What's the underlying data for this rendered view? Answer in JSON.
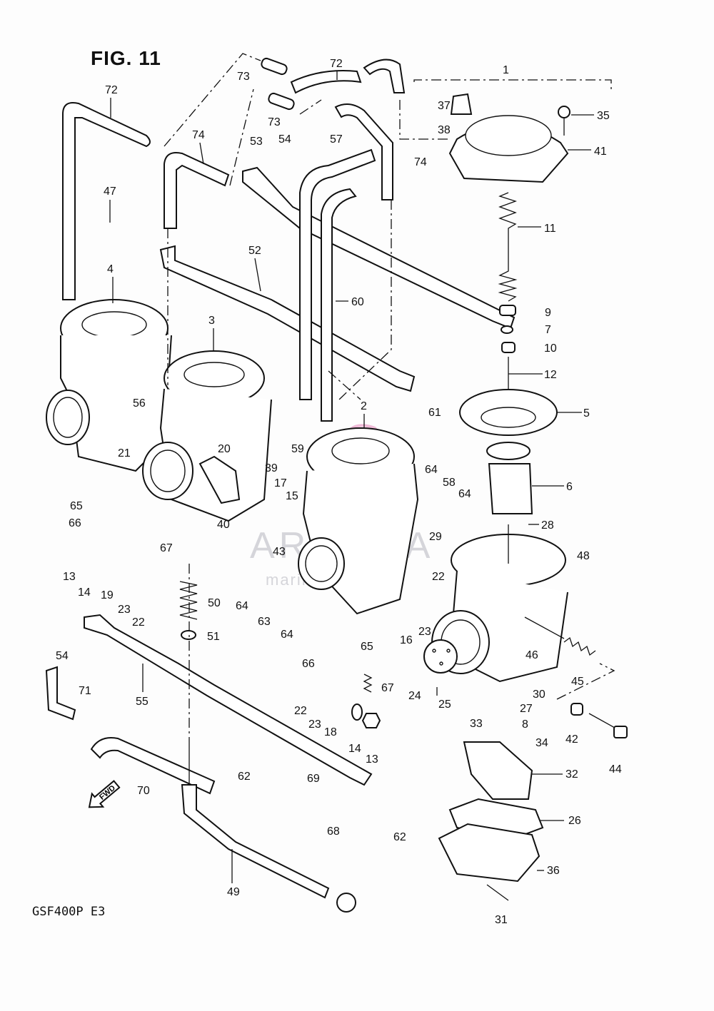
{
  "figure": {
    "title": "FIG. 11",
    "model_code": "GSF400P  E3",
    "fwd_label": "FWD"
  },
  "watermark": {
    "brand": "ARMADA",
    "tagline": "marine outboard",
    "logo_color": "#e78fc0",
    "text_color": "#b4b4be"
  },
  "colors": {
    "ink": "#111111",
    "paper": "#fdfdfd"
  },
  "callouts": [
    {
      "id": "c1",
      "text": "1"
    },
    {
      "id": "c2",
      "text": "2"
    },
    {
      "id": "c3",
      "text": "3"
    },
    {
      "id": "c4",
      "text": "4"
    },
    {
      "id": "c5",
      "text": "5"
    },
    {
      "id": "c6",
      "text": "6"
    },
    {
      "id": "c7",
      "text": "7"
    },
    {
      "id": "c8",
      "text": "8"
    },
    {
      "id": "c9",
      "text": "9"
    },
    {
      "id": "c10",
      "text": "10"
    },
    {
      "id": "c11",
      "text": "11"
    },
    {
      "id": "c12",
      "text": "12"
    },
    {
      "id": "c13a",
      "text": "13"
    },
    {
      "id": "c13b",
      "text": "13"
    },
    {
      "id": "c14a",
      "text": "14"
    },
    {
      "id": "c14b",
      "text": "14"
    },
    {
      "id": "c15",
      "text": "15"
    },
    {
      "id": "c16",
      "text": "16"
    },
    {
      "id": "c17",
      "text": "17"
    },
    {
      "id": "c18",
      "text": "18"
    },
    {
      "id": "c19",
      "text": "19"
    },
    {
      "id": "c20",
      "text": "20"
    },
    {
      "id": "c21",
      "text": "21"
    },
    {
      "id": "c22a",
      "text": "22"
    },
    {
      "id": "c22b",
      "text": "22"
    },
    {
      "id": "c22c",
      "text": "22"
    },
    {
      "id": "c23a",
      "text": "23"
    },
    {
      "id": "c23b",
      "text": "23"
    },
    {
      "id": "c23c",
      "text": "23"
    },
    {
      "id": "c24",
      "text": "24"
    },
    {
      "id": "c25",
      "text": "25"
    },
    {
      "id": "c26",
      "text": "26"
    },
    {
      "id": "c27",
      "text": "27"
    },
    {
      "id": "c28",
      "text": "28"
    },
    {
      "id": "c29",
      "text": "29"
    },
    {
      "id": "c30",
      "text": "30"
    },
    {
      "id": "c31",
      "text": "31"
    },
    {
      "id": "c32",
      "text": "32"
    },
    {
      "id": "c33",
      "text": "33"
    },
    {
      "id": "c34",
      "text": "34"
    },
    {
      "id": "c35",
      "text": "35"
    },
    {
      "id": "c36",
      "text": "36"
    },
    {
      "id": "c37",
      "text": "37"
    },
    {
      "id": "c38",
      "text": "38"
    },
    {
      "id": "c39",
      "text": "39"
    },
    {
      "id": "c40",
      "text": "40"
    },
    {
      "id": "c41",
      "text": "41"
    },
    {
      "id": "c42",
      "text": "42"
    },
    {
      "id": "c43",
      "text": "43"
    },
    {
      "id": "c44",
      "text": "44"
    },
    {
      "id": "c45",
      "text": "45"
    },
    {
      "id": "c46",
      "text": "46"
    },
    {
      "id": "c47",
      "text": "47"
    },
    {
      "id": "c48",
      "text": "48"
    },
    {
      "id": "c49",
      "text": "49"
    },
    {
      "id": "c50",
      "text": "50"
    },
    {
      "id": "c51",
      "text": "51"
    },
    {
      "id": "c52",
      "text": "52"
    },
    {
      "id": "c53",
      "text": "53"
    },
    {
      "id": "c54a",
      "text": "54"
    },
    {
      "id": "c54b",
      "text": "54"
    },
    {
      "id": "c55",
      "text": "55"
    },
    {
      "id": "c56",
      "text": "56"
    },
    {
      "id": "c57",
      "text": "57"
    },
    {
      "id": "c58",
      "text": "58"
    },
    {
      "id": "c59",
      "text": "59"
    },
    {
      "id": "c60",
      "text": "60"
    },
    {
      "id": "c61",
      "text": "61"
    },
    {
      "id": "c62a",
      "text": "62"
    },
    {
      "id": "c62b",
      "text": "62"
    },
    {
      "id": "c63",
      "text": "63"
    },
    {
      "id": "c64a",
      "text": "64"
    },
    {
      "id": "c64b",
      "text": "64"
    },
    {
      "id": "c64c",
      "text": "64"
    },
    {
      "id": "c64d",
      "text": "64"
    },
    {
      "id": "c65a",
      "text": "65"
    },
    {
      "id": "c65b",
      "text": "65"
    },
    {
      "id": "c66a",
      "text": "66"
    },
    {
      "id": "c66b",
      "text": "66"
    },
    {
      "id": "c67a",
      "text": "67"
    },
    {
      "id": "c67b",
      "text": "67"
    },
    {
      "id": "c68",
      "text": "68"
    },
    {
      "id": "c69",
      "text": "69"
    },
    {
      "id": "c70",
      "text": "70"
    },
    {
      "id": "c71",
      "text": "71"
    },
    {
      "id": "c72a",
      "text": "72"
    },
    {
      "id": "c72b",
      "text": "72"
    },
    {
      "id": "c73a",
      "text": "73"
    },
    {
      "id": "c73b",
      "text": "73"
    },
    {
      "id": "c74a",
      "text": "74"
    },
    {
      "id": "c74b",
      "text": "74"
    }
  ]
}
